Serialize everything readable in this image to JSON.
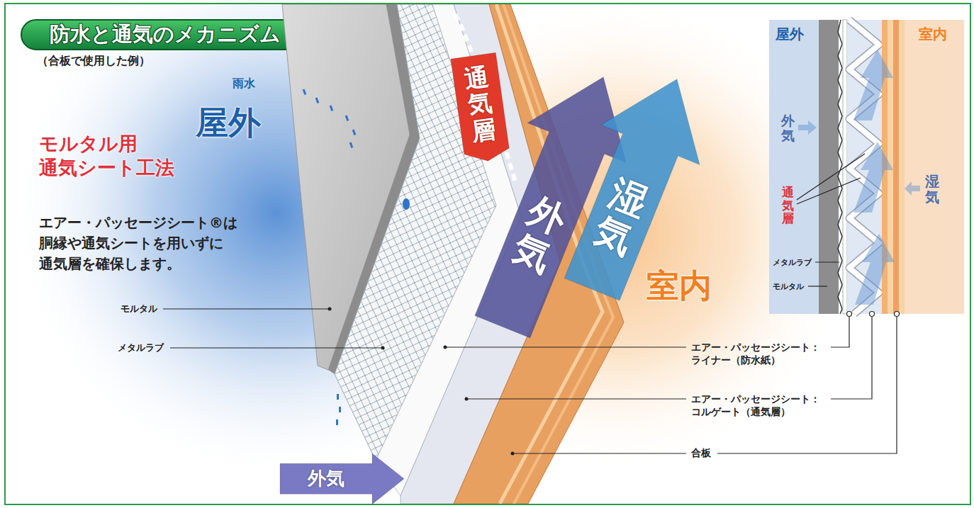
{
  "diagram": {
    "title": "防水と通気のメカニズム",
    "nodes": [
      {
        "text": [
          "通気層"
        ]
      },
      {
        "text": [
          "外気"
        ]
      },
      {
        "text": [
          "湿気"
        ]
      },
      {
        "text": [
          "外気"
        ]
      }
    ],
    "labels": [
      "（合板で使用した例）",
      "雨水",
      "屋外",
      "モルタル用 通気シート工法",
      "エアー・パッセージシート®は 胴縁や通気シートを用いずに 通気層を確保します。",
      "室内",
      "モルタル",
      "メタルラブ",
      "エアー・パッセージシート： ライナー（防水紙）",
      "エアー・パッセージシート： コルゲート（通気層）",
      "合板",
      "屋外",
      "室内",
      "外気",
      "通気層",
      "湿気",
      "メタルラブ",
      "モルタル"
    ]
  }
}
